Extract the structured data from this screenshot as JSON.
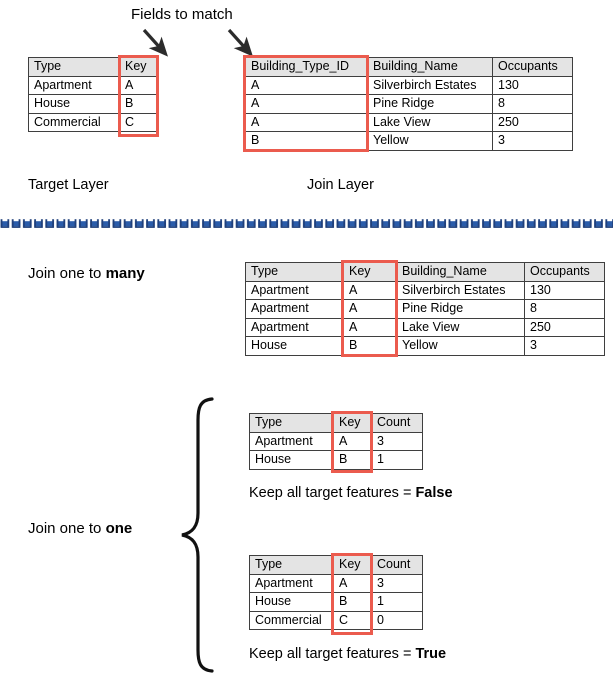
{
  "diagram": {
    "title_note": "Fields to match",
    "target_layer_label": "Target Layer",
    "join_layer_label": "Join Layer",
    "join_one_to_many_label_prefix": "Join one to ",
    "join_one_to_many_label_emphasis": "many",
    "join_one_to_one_label_prefix": "Join one to ",
    "join_one_to_one_label_emphasis": "one",
    "keep_false_caption_prefix": "Keep all target features = ",
    "keep_false_caption_emphasis": "False",
    "keep_true_caption_prefix": "Keep all target features = ",
    "keep_true_caption_emphasis": "True",
    "colors": {
      "highlight_red": "#eb5b4e",
      "divider_blue": "#2a5caa",
      "header_fill": "#e4e4e4",
      "border_gray": "#3f3f3f",
      "text_black": "#000000"
    }
  },
  "target_table": {
    "name": "Target Layer table",
    "headers": [
      "Type",
      "Key"
    ],
    "rows": [
      [
        "Apartment",
        "A"
      ],
      [
        "House",
        "B"
      ],
      [
        "Commercial",
        "C"
      ]
    ],
    "highlighted_column": "Key"
  },
  "join_table": {
    "name": "Join Layer table",
    "headers": [
      "Building_Type_ID",
      "Building_Name",
      "Occupants"
    ],
    "rows": [
      [
        "A",
        "Silverbirch Estates",
        "130"
      ],
      [
        "A",
        "Pine Ridge",
        "8"
      ],
      [
        "A",
        "Lake View",
        "250"
      ],
      [
        "B",
        "Yellow",
        "3"
      ]
    ],
    "highlighted_column": "Building_Type_ID"
  },
  "one_to_many_table": {
    "name": "Join one to many result table",
    "headers": [
      "Type",
      "Key",
      "Building_Name",
      "Occupants"
    ],
    "rows": [
      [
        "Apartment",
        "A",
        "Silverbirch Estates",
        "130"
      ],
      [
        "Apartment",
        "A",
        "Pine Ridge",
        "8"
      ],
      [
        "Apartment",
        "A",
        "Lake View",
        "250"
      ],
      [
        "House",
        "B",
        "Yellow",
        "3"
      ]
    ],
    "highlighted_column": "Key"
  },
  "one_to_one_false_table": {
    "name": "Join one to one, keep all target features false",
    "headers": [
      "Type",
      "Key",
      "Count"
    ],
    "rows": [
      [
        "Apartment",
        "A",
        "3"
      ],
      [
        "House",
        "B",
        "1"
      ]
    ],
    "highlighted_column": "Key"
  },
  "one_to_one_true_table": {
    "name": "Join one to one, keep all target features true",
    "headers": [
      "Type",
      "Key",
      "Count"
    ],
    "rows": [
      [
        "Apartment",
        "A",
        "3"
      ],
      [
        "House",
        "B",
        "1"
      ],
      [
        "Commercial",
        "C",
        "0"
      ]
    ],
    "highlighted_column": "Key"
  }
}
